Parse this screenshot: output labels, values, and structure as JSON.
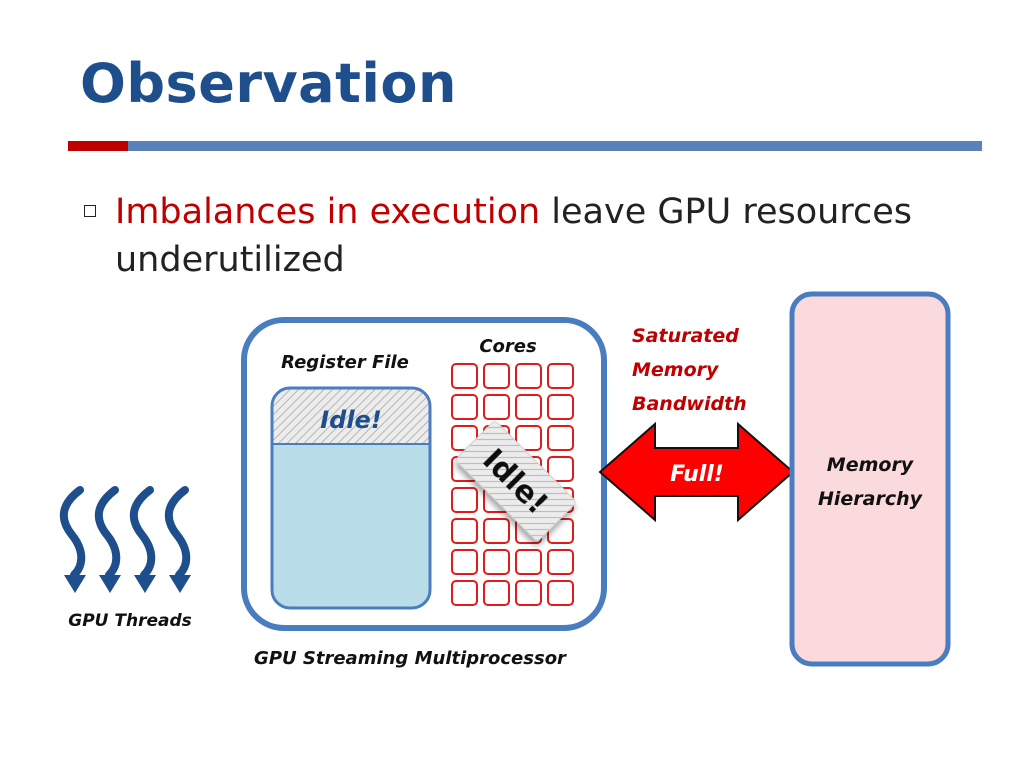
{
  "slide": {
    "title": "Observation",
    "bullet_highlight": "Imbalances in execution",
    "bullet_rest": " leave GPU resources underutilized"
  },
  "diagram": {
    "threads_label": "GPU Threads",
    "sm_label": "GPU Streaming Multiprocessor",
    "register_file_label": "Register File",
    "register_idle_label": "Idle!",
    "cores_label": "Cores",
    "cores_idle_label": "Idle!",
    "saturated_line1": "Saturated",
    "saturated_line2": "Memory",
    "saturated_line3": "Bandwidth",
    "arrow_label": "Full!",
    "memory_line1": "Memory",
    "memory_line2": "Hierarchy"
  },
  "colors": {
    "title_blue": "#1f4e8c",
    "accent_red": "#c00000",
    "frame_blue": "#4a7dbf",
    "register_fill": "#b8dde8",
    "memory_fill": "#fadadd",
    "arrow_red": "#ff0000"
  },
  "icons": [
    "wavy-thread-arrow-icon",
    "double-headed-arrow-icon"
  ]
}
